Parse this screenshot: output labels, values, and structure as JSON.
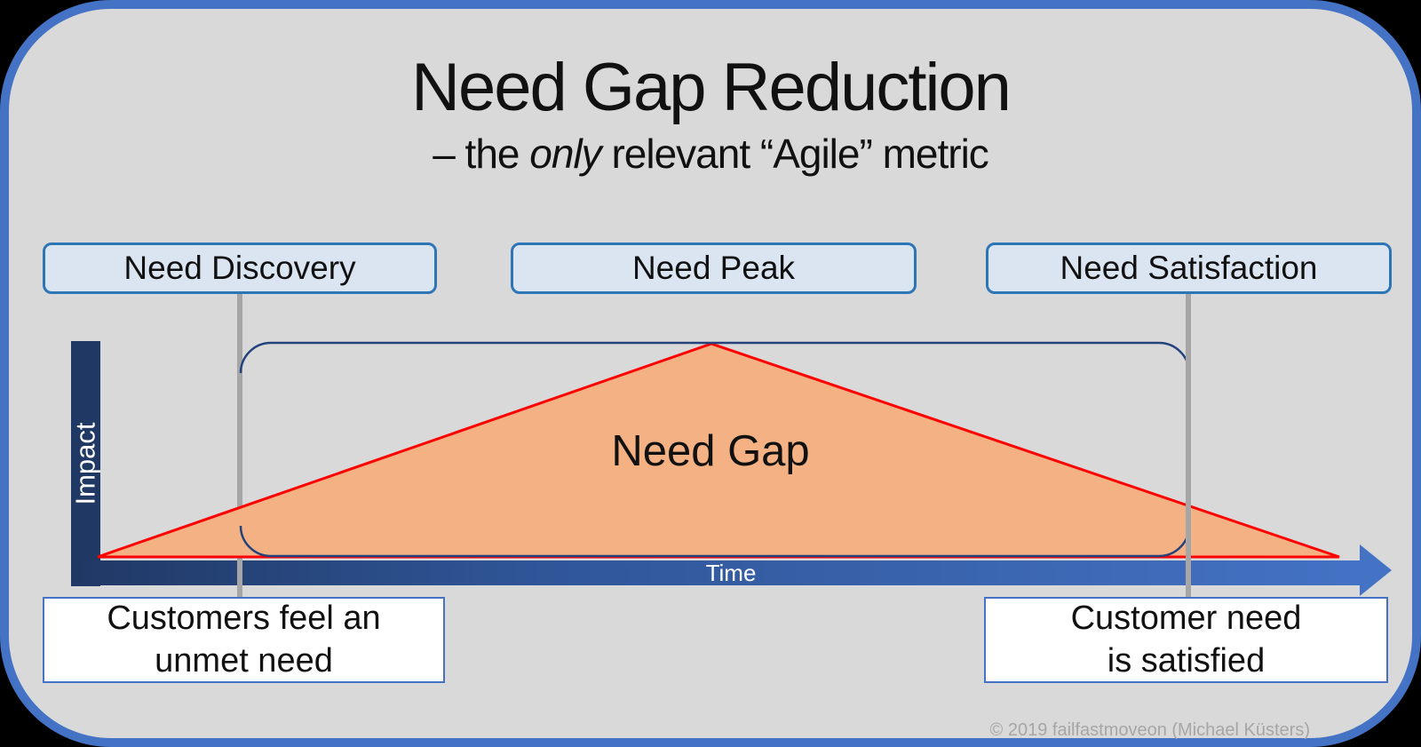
{
  "slide": {
    "title": "Need Gap Reduction",
    "subtitle": {
      "prefix": "– the ",
      "italic": "only",
      "suffix": " relevant “Agile” metric"
    }
  },
  "phases": [
    {
      "label": "Need Discovery"
    },
    {
      "label": "Need Peak"
    },
    {
      "label": "Need Satisfaction"
    }
  ],
  "figure": {
    "gap_label": "Need Gap",
    "shape": "triangle",
    "description_colors": {
      "triangle_fill": "#f4b183",
      "triangle_border": "#ff0000",
      "rounded_frame_border": "#24427c",
      "impact_bar": "#1f3864",
      "time_bar_gradient_start": "#203864",
      "time_bar_gradient_end": "#4472c4",
      "phase_box_fill": "#dbe5f2",
      "phase_box_border": "#2e75b6",
      "slide_background": "#d9d9d9",
      "slide_border": "#4472c4",
      "guide_line": "#a6a6a6"
    }
  },
  "axes": {
    "y_label": "Impact",
    "x_label": "Time"
  },
  "annotations": {
    "left": {
      "line1": "Customers feel an",
      "line2": "unmet need"
    },
    "right": {
      "line1": "Customer need",
      "line2": "is satisfied"
    }
  },
  "footer": {
    "copyright": "© 2019 failfastmoveon (Michael Küsters)"
  }
}
